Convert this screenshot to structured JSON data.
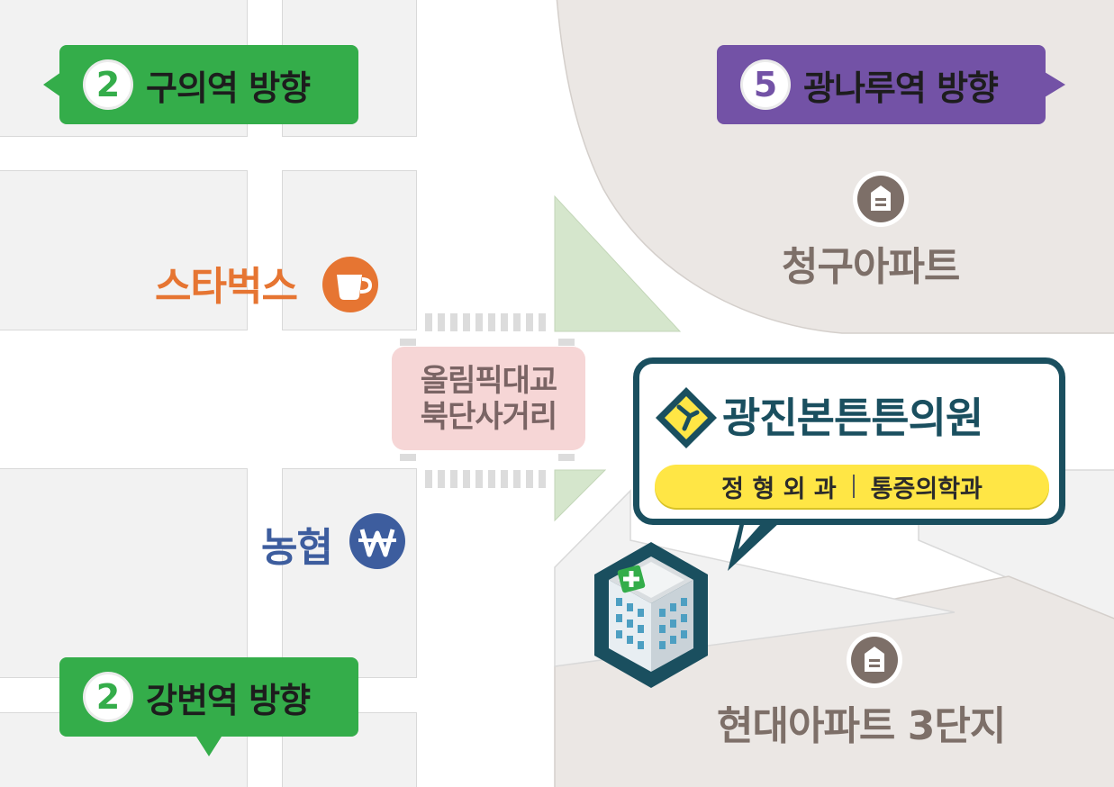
{
  "map": {
    "colors": {
      "road": "#ffffff",
      "block": "#f2f2f2",
      "estate": "#ebe7e4",
      "green_area": "#d5e6cc",
      "line2": "#34ad4a",
      "line5": "#7352a6",
      "starbucks": "#e67532",
      "nonghyup": "#3d5d9e",
      "apartment": "#7d6f68",
      "clinic": "#1a4f5f",
      "clinic_badge": "#ffe645"
    },
    "directions": {
      "guui": {
        "line": "2",
        "label": "구의역 방향"
      },
      "gwangnaru": {
        "line": "5",
        "label": "광나루역 방향"
      },
      "gangbyeon": {
        "line": "2",
        "label": "강변역 방향"
      }
    },
    "landmarks": {
      "starbucks": {
        "label": "스타벅스",
        "icon": "coffee-cup-icon"
      },
      "nonghyup": {
        "label": "농협",
        "icon": "won-icon"
      },
      "cheonggu": {
        "label": "청구아파트",
        "icon": "apartment-icon"
      },
      "hyundai": {
        "label": "현대아파트 3단지",
        "icon": "apartment-icon"
      }
    },
    "intersection": {
      "line1": "올림픽대교",
      "line2": "북단사거리"
    },
    "clinic": {
      "name": "광진본튼튼의원",
      "dept1": "정 형 외 과",
      "dept2": "통증의학과",
      "icons": [
        "knee-logo-icon",
        "hospital-building-icon"
      ]
    }
  }
}
